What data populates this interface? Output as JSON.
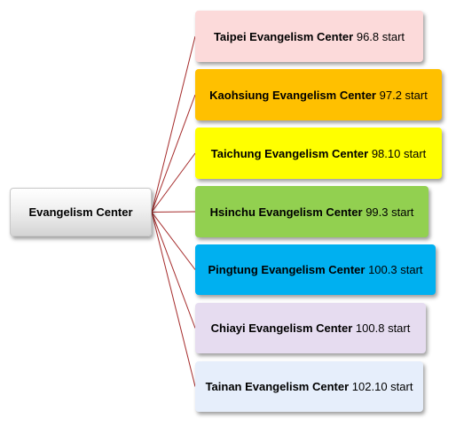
{
  "root": {
    "label": "Evangelism Center",
    "color": "#e8e8e8"
  },
  "connector_color": "#a52a2a",
  "centers": [
    {
      "name": "Taipei Evangelism Center",
      "detail": "96.8 start",
      "color": "#fcdada"
    },
    {
      "name": "Kaohsiung Evangelism Center",
      "detail": "97.2 start",
      "color": "#ffc000"
    },
    {
      "name": "Taichung Evangelism Center",
      "detail": "98.10 start",
      "color": "#ffff00"
    },
    {
      "name": "Hsinchu Evangelism Center",
      "detail": "99.3 start",
      "color": "#92d050"
    },
    {
      "name": "Pingtung Evangelism Center",
      "detail": "100.3 start",
      "color": "#00b0f0"
    },
    {
      "name": "Chiayi Evangelism Center",
      "detail": "100.8 start",
      "color": "#e6dcf0"
    },
    {
      "name": "Tainan Evangelism Center",
      "detail": "102.10 start",
      "color": "#e6eefb"
    }
  ]
}
